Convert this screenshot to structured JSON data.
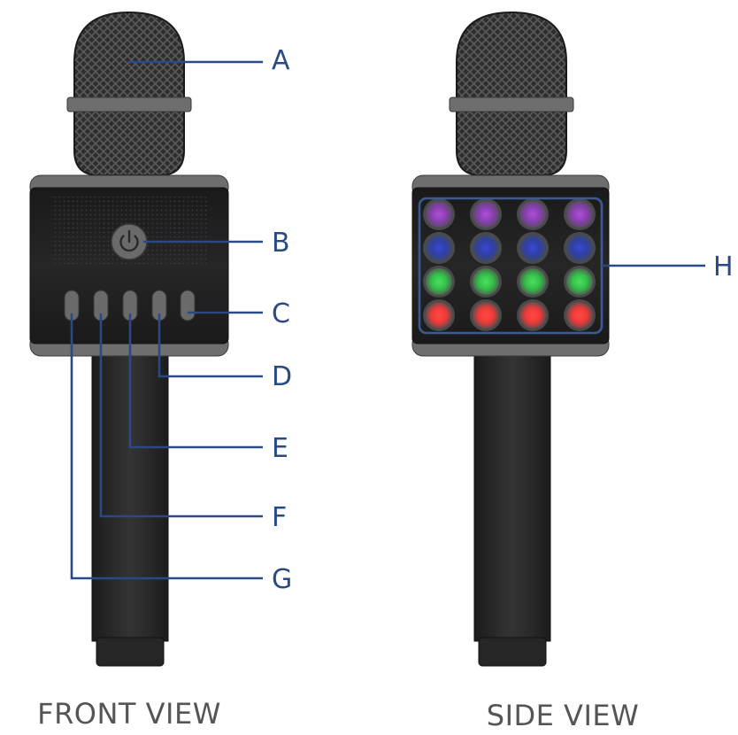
{
  "views": {
    "front": "FRONT VIEW",
    "side": "SIDE VIEW"
  },
  "callouts": {
    "a": "A",
    "b": "B",
    "c": "C",
    "d": "D",
    "e": "E",
    "f": "F",
    "g": "G",
    "h": "H"
  },
  "led_grid": {
    "rows": [
      "purple",
      "blue",
      "green",
      "red"
    ],
    "columns": 4
  },
  "colors": {
    "leader": "#2a4a86",
    "body": "#2a2a2a",
    "collar": "#6e6e6e",
    "led_purple": "#8a3fb0",
    "led_blue": "#2f3fa6",
    "led_green": "#34c04a",
    "led_red": "#f03a3a"
  },
  "icons": {
    "power": "power-icon"
  }
}
